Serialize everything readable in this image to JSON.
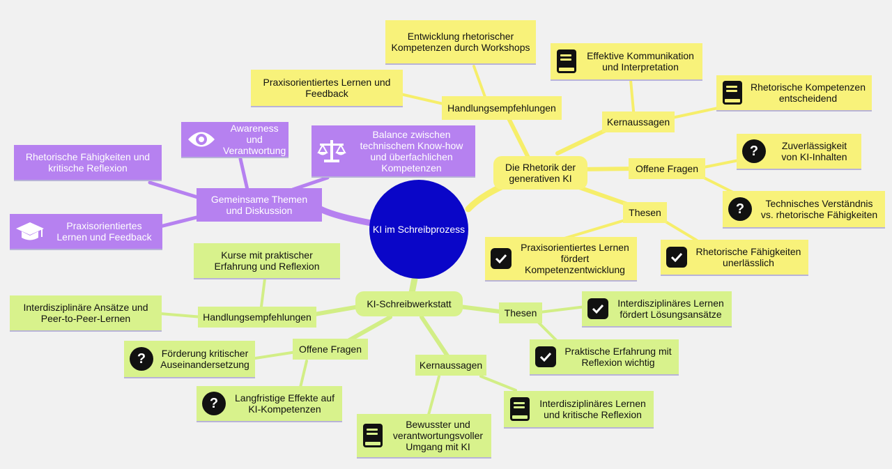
{
  "root": {
    "label": "KI im Schreibprozess"
  },
  "rhetorik": {
    "label": "Die Rhetorik der generativen KI",
    "handlung": {
      "label": "Handlungsempfehlungen",
      "items": [
        "Entwicklung rhetorischer Kompetenzen durch Workshops",
        "Praxisorientiertes Lernen und Feedback"
      ]
    },
    "kern": {
      "label": "Kernaussagen",
      "items": [
        "Effektive Kommunikation und Interpretation",
        "Rhetorische Kompetenzen entscheidend"
      ]
    },
    "fragen": {
      "label": "Offene Fragen",
      "items": [
        "Zuverlässigkeit von KI-Inhalten",
        "Technisches Verständnis vs. rhetorische Fähigkeiten"
      ]
    },
    "thesen": {
      "label": "Thesen",
      "items": [
        "Praxisorientiertes Lernen fördert Kompetenzentwicklung",
        "Rhetorische Fähigkeiten unerlässlich"
      ]
    }
  },
  "gemeinsam": {
    "label": "Gemeinsame Themen und Diskussion",
    "items": [
      "Rhetorische Fähigkeiten und kritische Reflexion",
      "Awareness und Verantwortung",
      "Balance zwischen technischem Know-how und überfachlichen Kompetenzen",
      "Praxisorientiertes Lernen und Feedback"
    ]
  },
  "werkstatt": {
    "label": "KI-Schreibwerkstatt",
    "handlung": {
      "label": "Handlungsempfehlungen",
      "items": [
        "Kurse mit praktischer Erfahrung und Reflexion",
        "Interdisziplinäre Ansätze und Peer-to-Peer-Lernen"
      ]
    },
    "fragen": {
      "label": "Offene Fragen",
      "items": [
        "Förderung kritischer Auseinandersetzung",
        "Langfristige Effekte auf KI-Kompetenzen"
      ]
    },
    "kern": {
      "label": "Kernaussagen",
      "items": [
        "Bewusster und verantwortungsvoller Umgang mit KI",
        "Interdisziplinäres Lernen und kritische Reflexion"
      ]
    },
    "thesen": {
      "label": "Thesen",
      "items": [
        "Interdisziplinäres Lernen fördert Lösungsansätze",
        "Praktische Erfahrung mit Reflexion wichtig"
      ]
    }
  },
  "colors": {
    "root": "#0a06c8",
    "yellow": "#f8f27a",
    "green": "#d8f28c",
    "purple": "#b681f0",
    "edge_yellow": "#f6ee6a",
    "edge_green": "#d2ee86",
    "edge_purple": "#b681f0",
    "background": "#f1f1f1"
  },
  "icons": {
    "kern": "book-icon",
    "fragen": "question-icon",
    "thesen": "check-icon",
    "awareness": "eye-icon",
    "balance": "scale-icon",
    "praxis": "graduation-cap-icon"
  }
}
